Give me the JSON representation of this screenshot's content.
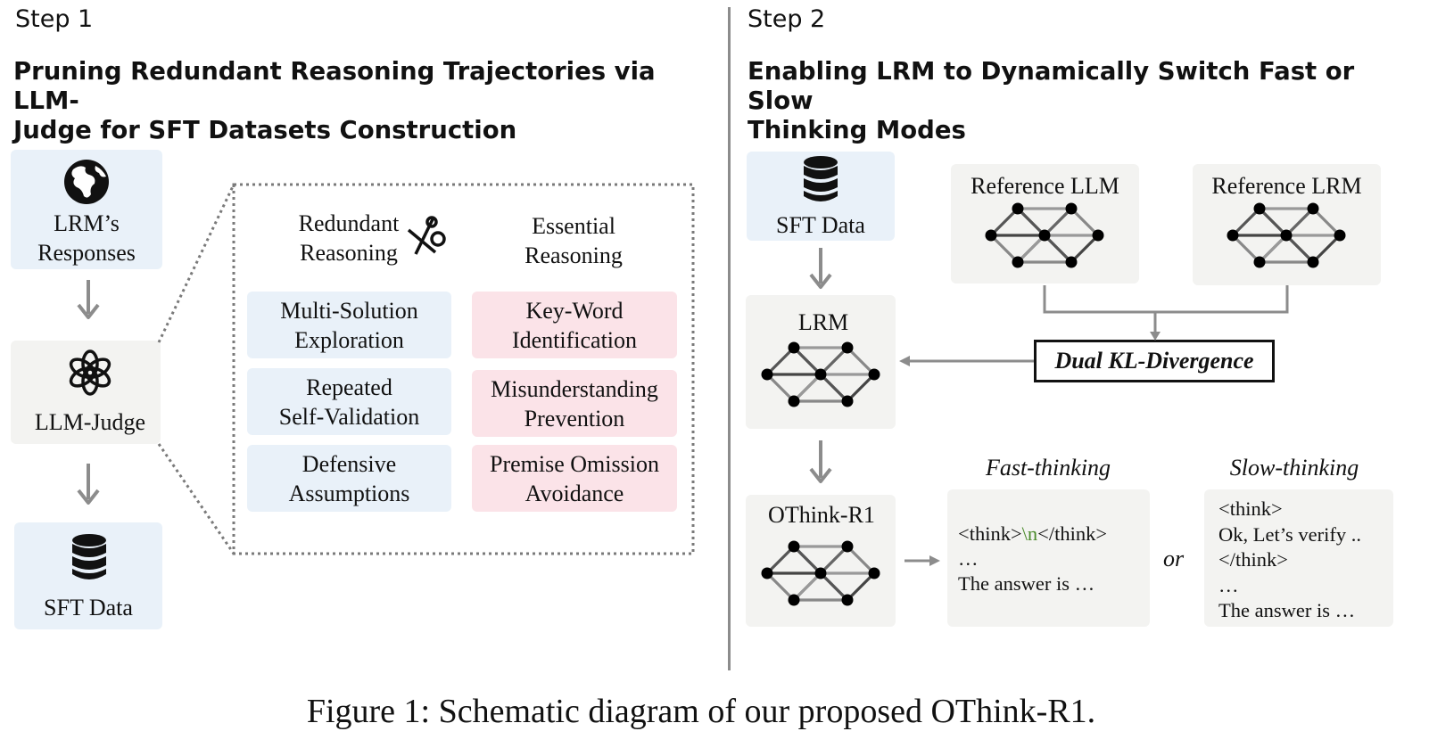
{
  "step1": {
    "step_label": "Step 1",
    "heading_line1": "Pruning Redundant Reasoning Trajectories via LLM-",
    "heading_line2": "Judge for SFT Datasets Construction",
    "responses_line1": "LRM’s",
    "responses_line2": "Responses",
    "judge_label": "LLM-Judge",
    "sft_label": "SFT Data",
    "redundant_header_line1": "Redundant",
    "redundant_header_line2": "Reasoning",
    "essential_header_line1": "Essential",
    "essential_header_line2": "Reasoning",
    "redundant_items": [
      {
        "line1": "Multi-Solution",
        "line2": "Exploration"
      },
      {
        "line1": "Repeated",
        "line2": "Self-Validation"
      },
      {
        "line1": "Defensive",
        "line2": "Assumptions"
      }
    ],
    "essential_items": [
      {
        "line1": "Key-Word",
        "line2": "Identification"
      },
      {
        "line1": "Misunderstanding",
        "line2": "Prevention"
      },
      {
        "line1": "Premise Omission",
        "line2": "Avoidance"
      }
    ]
  },
  "step2": {
    "step_label": "Step 2",
    "heading_line1": "Enabling LRM to Dynamically Switch Fast or Slow",
    "heading_line2": "Thinking Modes",
    "sft_label": "SFT Data",
    "ref_llm_label": "Reference LLM",
    "ref_lrm_label": "Reference LRM",
    "lrm_label": "LRM",
    "kl_label": "Dual KL-Divergence",
    "othink_label": "OThink-R1",
    "fast_title": "Fast-thinking",
    "slow_title": "Slow-thinking",
    "or_label": "or",
    "fast_open": "<think>",
    "fast_newline": "\\n",
    "fast_close": "</think>",
    "fast_ellipsis": "…",
    "fast_answer": "The answer is …",
    "slow_lines": [
      "<think>",
      "Ok, Let’s verify ..",
      "</think>",
      "…",
      "The answer is …"
    ]
  },
  "caption": "Figure 1: Schematic diagram of our proposed OThink-R1.",
  "colors": {
    "blue_box": "#e9f1f9",
    "gray_box": "#f3f3f1",
    "pink_box": "#fbe3e8",
    "arrow": "#8c8c8c",
    "divider": "#8c8c8c",
    "newline_green": "#4a8a2a"
  },
  "icons": [
    "globe-icon",
    "openai-icon",
    "database-icon",
    "scissors-icon",
    "neural-network-icon"
  ]
}
